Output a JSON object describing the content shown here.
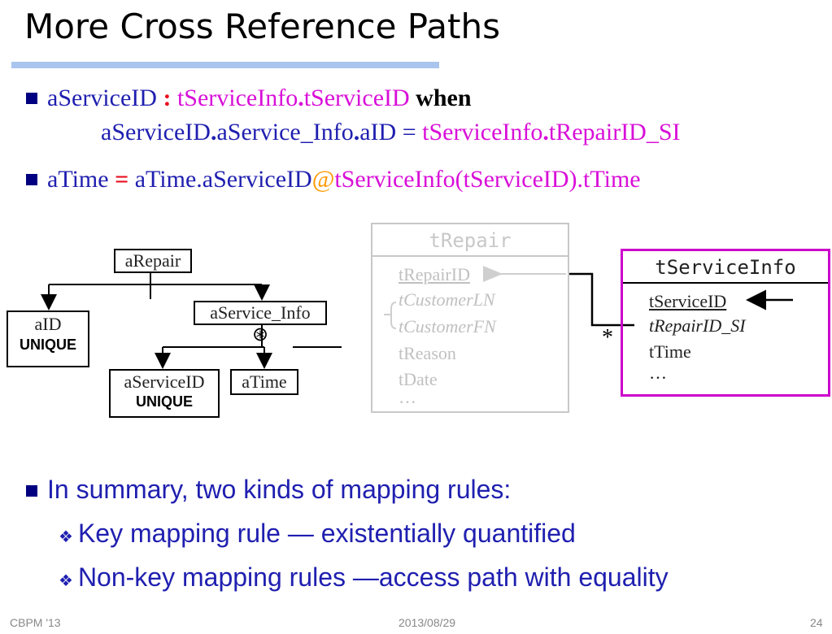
{
  "title": "More Cross Reference Paths",
  "bullet1": {
    "p1": "aServiceID",
    "colon": ":",
    "p2": "tServiceInfo",
    "dot1": ".",
    "p3": "tServiceID",
    "when": "when",
    "l2a": "aServiceID",
    "l2dot1": ".",
    "l2b": "aService_Info",
    "l2dot2": ".",
    "l2c": "aID",
    "eq": "=",
    "l2d": "tServiceInfo",
    "l2dot3": ".",
    "l2e": "tRepairID_SI"
  },
  "bullet2": {
    "p1": "aTime",
    "eq": "=",
    "p2": "aTime.aServiceID",
    "at": "@",
    "p3": "tServiceInfo(tServiceID).tTime"
  },
  "diagram": {
    "aRepair": "aRepair",
    "aID": "aID",
    "unique1": "UNIQUE",
    "aService_Info": "aService_Info",
    "aggregate_symbol": "⊛",
    "aServiceID": "aServiceID",
    "unique2": "UNIQUE",
    "aTime": "aTime",
    "tRepair": {
      "name": "tRepair",
      "fields": [
        "tRepairID",
        "tCustomerLN",
        "tCustomerFN",
        "tReason",
        "tDate",
        "…"
      ]
    },
    "star": "*",
    "tServiceInfo": {
      "name": "tServiceInfo",
      "fields": [
        "tServiceID",
        "tRepairID_SI",
        "tTime",
        "…"
      ]
    },
    "colors": {
      "highlight_border": "#cc00cc",
      "faded": "#c0c0c0"
    }
  },
  "summary": {
    "intro": "In summary, two kinds of mapping rules:",
    "items": [
      "Key mapping rule — existentially quantified",
      "Non-key mapping rules —access path with equality"
    ]
  },
  "footer": {
    "left": "CBPM '13",
    "center": "2013/08/29",
    "right": "24"
  },
  "colors": {
    "blue": "#1f1fb0",
    "magenta": "#d80fd8",
    "red": "#e8111f",
    "orange": "#ff9900",
    "title_bar": "#a9c5ee"
  }
}
